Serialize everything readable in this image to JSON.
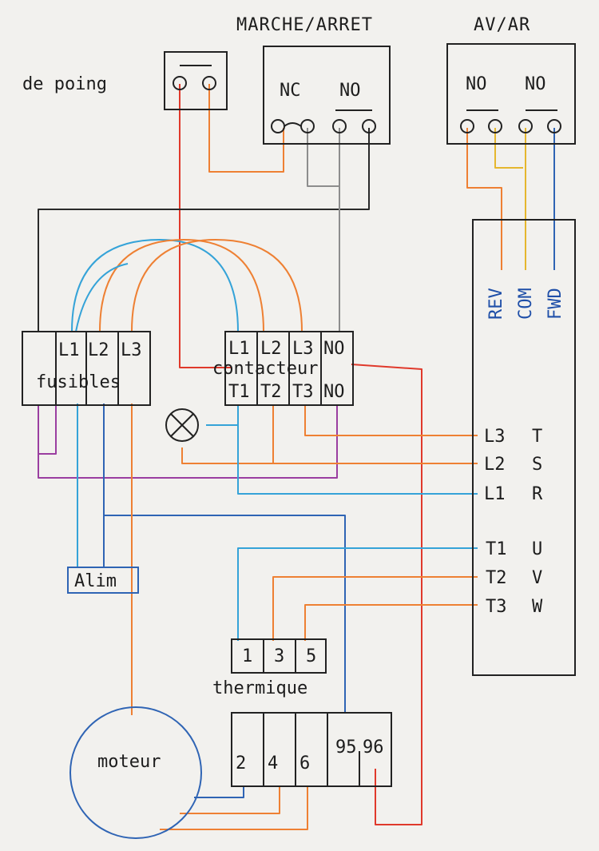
{
  "labels": {
    "de_poing": "de poing",
    "marche_arret": "MARCHE/ARRET",
    "av_ar": "AV/AR",
    "nc": "NC",
    "no_1": "NO",
    "no_2": "NO",
    "no_3": "NO",
    "fusibles": "fusibles",
    "contacteur": "contacteur",
    "alim": "Alim",
    "thermique": "thermique",
    "moteur": "moteur",
    "rev": "REV",
    "com": "COM",
    "fwd": "FWD"
  },
  "fusibles_terminals": [
    "L1",
    "L2",
    "L3"
  ],
  "contacteur_top": [
    "L1",
    "L2",
    "L3",
    "NO"
  ],
  "contacteur_bottom": [
    "T1",
    "T2",
    "T3",
    "NO"
  ],
  "variateur_inputs": [
    {
      "term": "L3",
      "phase": "T"
    },
    {
      "term": "L2",
      "phase": "S"
    },
    {
      "term": "L1",
      "phase": "R"
    }
  ],
  "variateur_outputs": [
    {
      "term": "T1",
      "phase": "U"
    },
    {
      "term": "T2",
      "phase": "V"
    },
    {
      "term": "T3",
      "phase": "W"
    }
  ],
  "thermique_top": [
    "1",
    "3",
    "5"
  ],
  "thermique_bottom": [
    "2",
    "4",
    "6"
  ],
  "thermique_aux": [
    "95",
    "96"
  ],
  "wire_colors": {
    "red": "#e0392b",
    "orange": "#ee8033",
    "blue": "#2f64b4",
    "cyan": "#35a3d8",
    "purple": "#9a3ea0",
    "gold": "#e5b72e",
    "grey": "#8d8d8d",
    "black": "#2a2a2a"
  }
}
